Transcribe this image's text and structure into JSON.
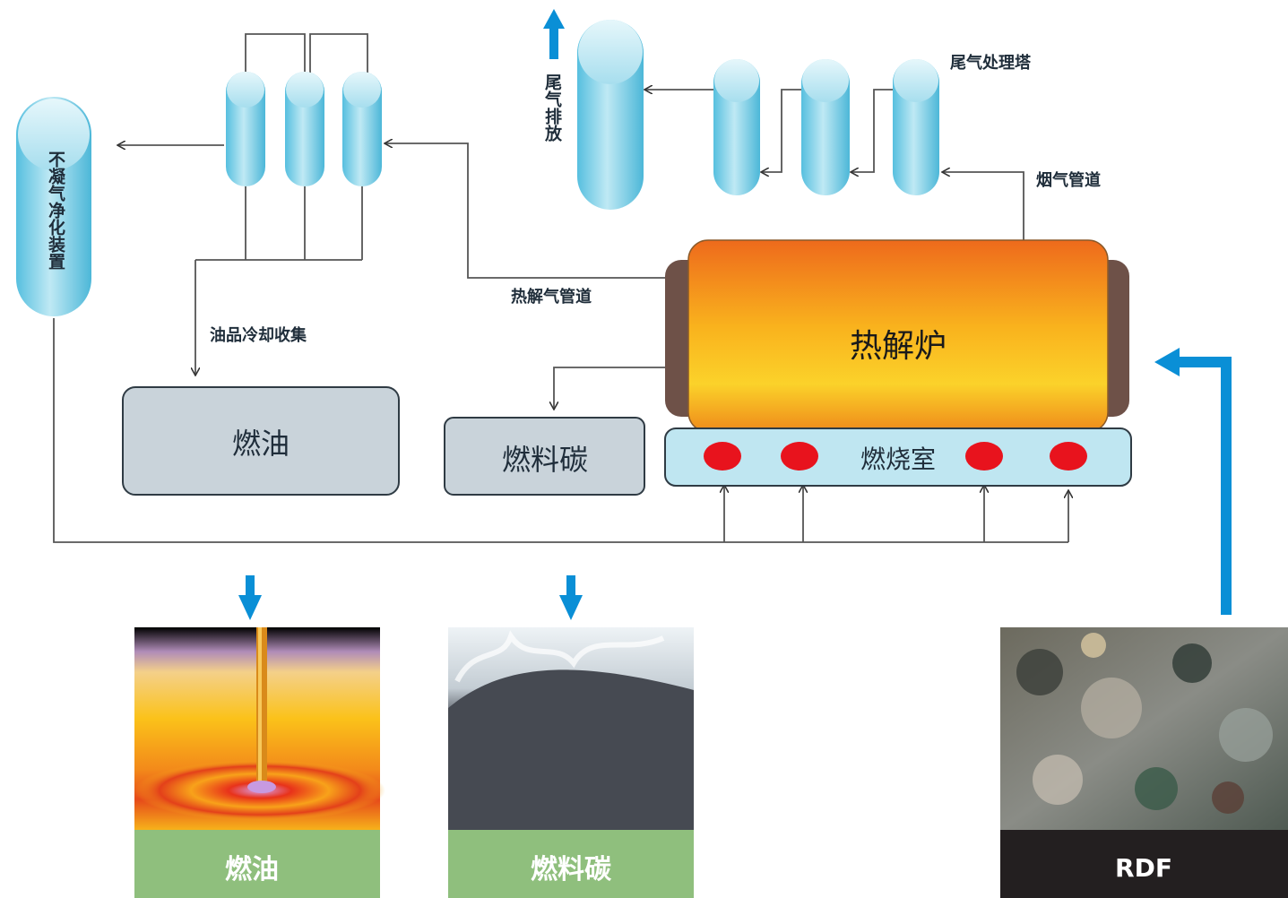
{
  "labels": {
    "non_condensable_gas": "不凝气净化装置",
    "exhaust_emission": "尾气排放",
    "exhaust_tower": "尾气处理塔",
    "flue_gas_pipe": "烟气管道",
    "pyrolysis_gas_pipe": "热解气管道",
    "oil_cooling": "油品冷却收集",
    "pyrolysis_furnace": "热解炉",
    "combustion_chamber": "燃烧室",
    "fuel_oil_box": "燃油",
    "fuel_carbon_box": "燃料碳"
  },
  "photos": {
    "oil_caption": "燃油",
    "carbon_caption": "燃料碳",
    "rdf_caption": "RDF"
  },
  "colors": {
    "cylinder": "#8dd3e8",
    "product_box": "#c9d3da",
    "combustion": "#bfe6f1",
    "burner": "#e8131d",
    "flow_arrow": "#0a8fd6",
    "caption_green": "#8fbf7d",
    "caption_dark": "#231f20"
  }
}
